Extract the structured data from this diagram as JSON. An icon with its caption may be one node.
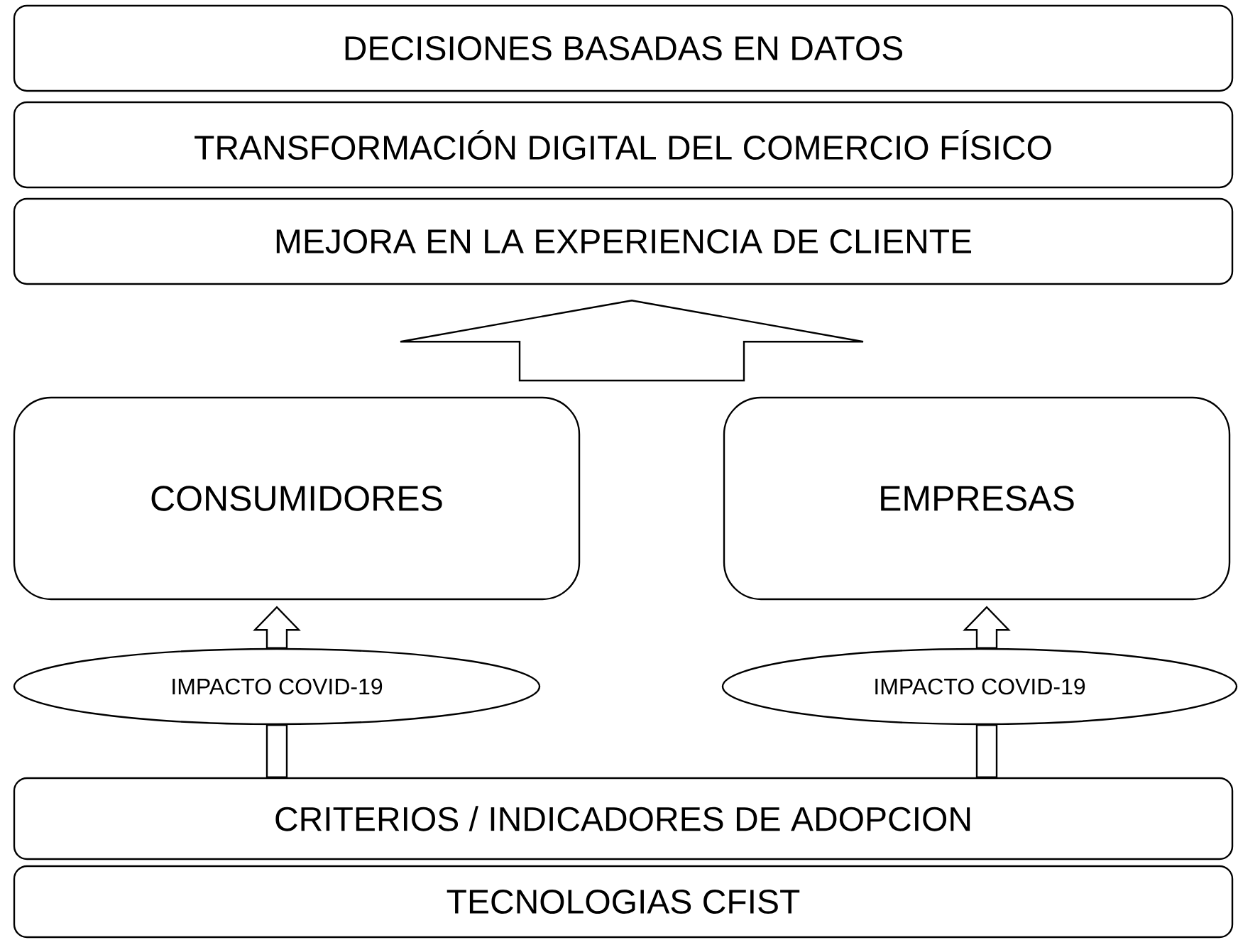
{
  "diagram": {
    "nodes": [
      {
        "text": [
          "DECISIONES BASADAS EN DATOS"
        ]
      },
      {
        "text": [
          "TRANSFORMACIÓN DIGITAL DEL COMERCIO FÍSICO"
        ]
      },
      {
        "text": [
          "MEJORA EN LA EXPERIENCIA DE CLIENTE"
        ]
      },
      {
        "text": [
          "CONSUMIDORES"
        ]
      },
      {
        "text": [
          "EMPRESAS"
        ]
      },
      {
        "text": [
          "IMPACTO COVID-19"
        ]
      },
      {
        "text": [
          "IMPACTO COVID-19"
        ]
      },
      {
        "text": [
          "CRITERIOS / INDICADORES DE ADOPCION"
        ]
      },
      {
        "text": [
          "TECNOLOGIAS CFIST"
        ]
      }
    ],
    "edges": [
      {
        "from": null,
        "to": 2,
        "arrow": "to"
      },
      {
        "from": 5,
        "to": 3,
        "arrow": "to"
      },
      {
        "from": 6,
        "to": 4,
        "arrow": "to"
      },
      {
        "from": 7,
        "to": 5,
        "arrow": "none"
      },
      {
        "from": 7,
        "to": 6,
        "arrow": "none"
      }
    ]
  }
}
